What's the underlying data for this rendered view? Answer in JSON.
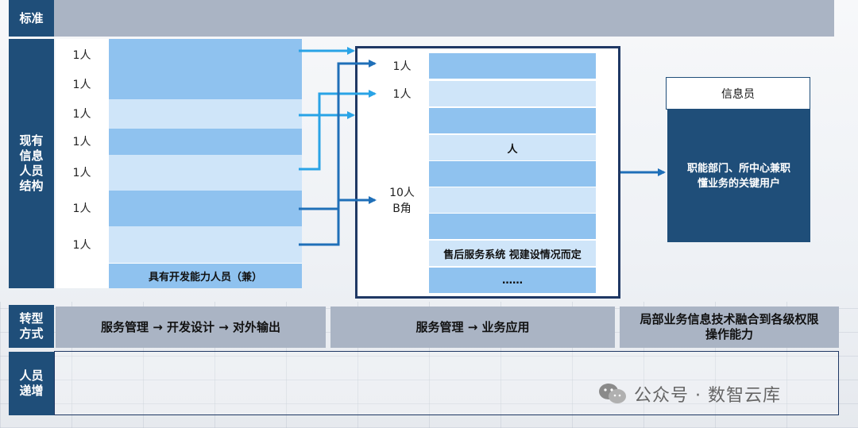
{
  "rows": {
    "standard_label": "标准",
    "structure_label": "现有\n信息\n人员\n结构",
    "transform_label": "转型\n方式",
    "growth_label": "人员\n递增"
  },
  "left_column": {
    "counts": [
      "1人",
      "1人",
      "1人",
      "1人",
      "1人",
      "1人",
      "1人"
    ],
    "footer_label": "具有开发能力人员（兼）"
  },
  "middle_column": {
    "counts": [
      "1人",
      "1人"
    ],
    "group_count": "10人",
    "group_role": "B角",
    "bar_label_1": "人",
    "bar_label_2": "售后服务系统 视建设情况而定",
    "bar_label_3": "……"
  },
  "right_column": {
    "title": "信息员",
    "description": "职能部门、所中心兼职\n懂业务的关键用户"
  },
  "transform": {
    "left": "服务管理 → 开发设计 → 对外输出",
    "middle": "服务管理 → 业务应用",
    "right": "局部业务信息技术融合到各级权限\n操作能力"
  },
  "watermark": "公众号 · 数智云库",
  "colors": {
    "navy": "#1f4e79",
    "bar_dark": "#8fc2ef",
    "bar_light": "#cfe5f9",
    "arrow_light": "#29a3e6",
    "arrow_dark": "#1f6fb8"
  }
}
